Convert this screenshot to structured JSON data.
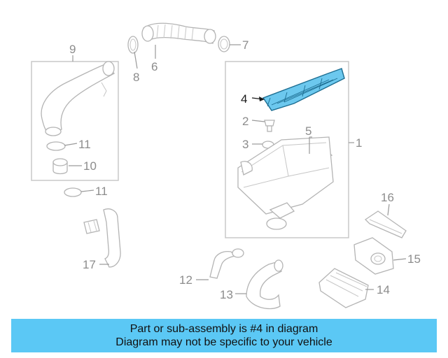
{
  "callouts": {
    "c1": "1",
    "c2": "2",
    "c3": "3",
    "c4": "4",
    "c5": "5",
    "c6": "6",
    "c7": "7",
    "c8": "8",
    "c9": "9",
    "c10": "10",
    "c11a": "11",
    "c11b": "11",
    "c12": "12",
    "c13": "13",
    "c14": "14",
    "c15": "15",
    "c16": "16",
    "c17": "17"
  },
  "highlight": {
    "part": "4",
    "color": "#6cc8ee",
    "stroke": "#1c6d91"
  },
  "banner": {
    "line1": "Part or sub-assembly is #4 in diagram",
    "line2": "Diagram may not be specific to your vehicle",
    "background": "#5bc8f5"
  }
}
